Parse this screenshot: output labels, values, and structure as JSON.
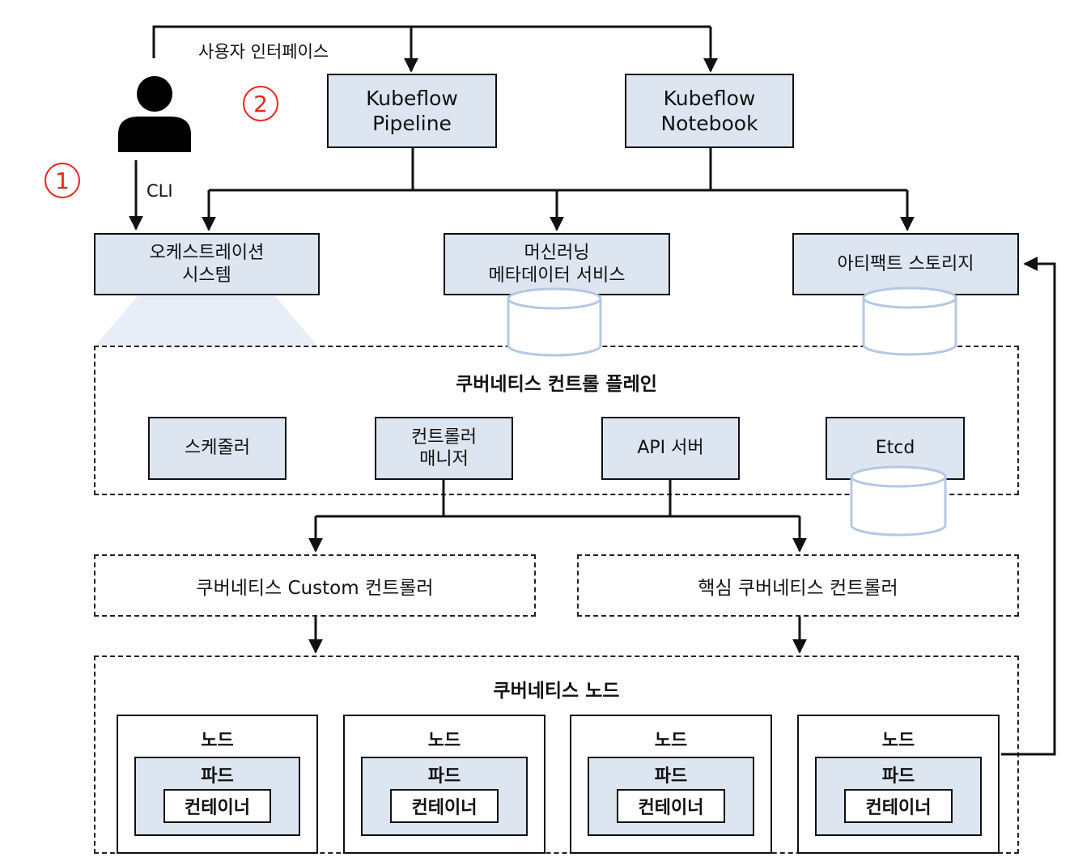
{
  "user_interface_label": "사용자 인터페이스",
  "cli_label": "CLI",
  "markers": [
    "1",
    "2"
  ],
  "top_apps": [
    {
      "line1": "Kubeflow",
      "line2": "Pipeline"
    },
    {
      "line1": "Kubeflow",
      "line2": "Notebook"
    }
  ],
  "services": {
    "orchestration": {
      "line1": "오케스트레이션",
      "line2": "시스템"
    },
    "ml_metadata": {
      "line1": "머신러닝",
      "line2": "메타데이터 서비스"
    },
    "artifact_storage": "아티팩트 스토리지"
  },
  "control_plane": {
    "title": "쿠버네티스 컨트롤 플레인",
    "components": {
      "scheduler": "스케줄러",
      "controller_manager": {
        "line1": "컨트롤러",
        "line2": "매니저"
      },
      "api_server": "API 서버",
      "etcd": "Etcd"
    }
  },
  "controllers": {
    "custom": "쿠버네티스 Custom 컨트롤러",
    "core": "핵심 쿠버네티스 컨트롤러"
  },
  "nodes_section": {
    "title": "쿠버네티스 노드",
    "nodes": [
      {
        "label": "노드",
        "pod": "파드",
        "container": "컨테이너"
      },
      {
        "label": "노드",
        "pod": "파드",
        "container": "컨테이너"
      },
      {
        "label": "노드",
        "pod": "파드",
        "container": "컨테이너"
      },
      {
        "label": "노드",
        "pod": "파드",
        "container": "컨테이너"
      }
    ]
  },
  "colors": {
    "box_fill": "#dde5f0",
    "line": "#111111",
    "marker_red": "#e8231d",
    "cylinder_outline": "#b4c8e4"
  },
  "icons": [
    "user-icon",
    "database-cylinder-icon"
  ]
}
